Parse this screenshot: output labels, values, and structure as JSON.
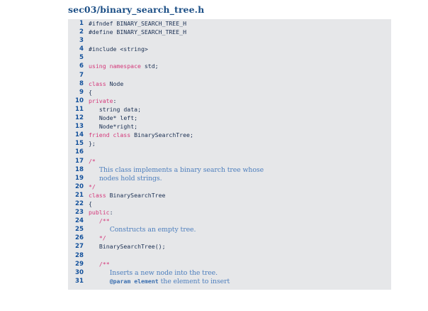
{
  "listing": {
    "title": "sec03/binary_search_tree.h",
    "colors": {
      "background": "#e6e7e9",
      "page": "#ffffff",
      "title": "#1c4f86",
      "line_number": "#12509b",
      "keyword": "#d4387a",
      "plain": "#1a2f52",
      "comment": "#4f80bd"
    },
    "lines": [
      {
        "n": "1",
        "indent": 0,
        "tokens": [
          {
            "t": "#ifndef BINARY_SEARCH_TREE_H",
            "c": "pln"
          }
        ]
      },
      {
        "n": "2",
        "indent": 0,
        "tokens": [
          {
            "t": "#define BINARY_SEARCH_TREE_H",
            "c": "pln"
          }
        ]
      },
      {
        "n": "3",
        "indent": 0,
        "tokens": []
      },
      {
        "n": "4",
        "indent": 0,
        "tokens": [
          {
            "t": "#include <string>",
            "c": "pln"
          }
        ]
      },
      {
        "n": "5",
        "indent": 0,
        "tokens": []
      },
      {
        "n": "6",
        "indent": 0,
        "tokens": [
          {
            "t": "using namespace ",
            "c": "kw"
          },
          {
            "t": "std;",
            "c": "pln"
          }
        ]
      },
      {
        "n": "7",
        "indent": 0,
        "tokens": []
      },
      {
        "n": "8",
        "indent": 0,
        "tokens": [
          {
            "t": "class ",
            "c": "kw"
          },
          {
            "t": "Node",
            "c": "pln"
          }
        ]
      },
      {
        "n": "9",
        "indent": 0,
        "tokens": [
          {
            "t": "{",
            "c": "pln"
          }
        ]
      },
      {
        "n": "10",
        "indent": 0,
        "tokens": [
          {
            "t": "private",
            "c": "kw"
          },
          {
            "t": ":",
            "c": "pln"
          }
        ]
      },
      {
        "n": "11",
        "indent": 3,
        "tokens": [
          {
            "t": "string data;",
            "c": "pln"
          }
        ]
      },
      {
        "n": "12",
        "indent": 3,
        "tokens": [
          {
            "t": "Node* left;",
            "c": "pln"
          }
        ]
      },
      {
        "n": "13",
        "indent": 3,
        "tokens": [
          {
            "t": "Node*right;",
            "c": "pln"
          }
        ]
      },
      {
        "n": "14",
        "indent": 0,
        "tokens": [
          {
            "t": "friend class ",
            "c": "kw"
          },
          {
            "t": "BinarySearchTree;",
            "c": "pln"
          }
        ]
      },
      {
        "n": "15",
        "indent": 0,
        "tokens": [
          {
            "t": "};",
            "c": "pln"
          }
        ]
      },
      {
        "n": "16",
        "indent": 0,
        "tokens": []
      },
      {
        "n": "17",
        "indent": 0,
        "tokens": [
          {
            "t": "/*",
            "c": "kw"
          }
        ]
      },
      {
        "n": "18",
        "indent": 3,
        "tokens": [
          {
            "t": "This class implements a binary search tree whose",
            "c": "prose"
          }
        ]
      },
      {
        "n": "19",
        "indent": 3,
        "tokens": [
          {
            "t": "nodes hold strings.",
            "c": "prose"
          }
        ]
      },
      {
        "n": "20",
        "indent": 0,
        "tokens": [
          {
            "t": "*/",
            "c": "kw"
          }
        ]
      },
      {
        "n": "21",
        "indent": 0,
        "tokens": [
          {
            "t": "class ",
            "c": "kw"
          },
          {
            "t": "BinarySearchTree",
            "c": "pln"
          }
        ]
      },
      {
        "n": "22",
        "indent": 0,
        "tokens": [
          {
            "t": "{",
            "c": "pln"
          }
        ]
      },
      {
        "n": "23",
        "indent": 0,
        "tokens": [
          {
            "t": "public",
            "c": "kw"
          },
          {
            "t": ":",
            "c": "pln"
          }
        ]
      },
      {
        "n": "24",
        "indent": 3,
        "tokens": [
          {
            "t": "/**",
            "c": "kw"
          }
        ]
      },
      {
        "n": "25",
        "indent": 6,
        "tokens": [
          {
            "t": "Constructs an empty tree.",
            "c": "prose"
          }
        ]
      },
      {
        "n": "26",
        "indent": 3,
        "tokens": [
          {
            "t": "*/",
            "c": "kw"
          }
        ]
      },
      {
        "n": "27",
        "indent": 3,
        "tokens": [
          {
            "t": "BinarySearchTree();",
            "c": "pln"
          }
        ]
      },
      {
        "n": "28",
        "indent": 0,
        "tokens": []
      },
      {
        "n": "29",
        "indent": 3,
        "tokens": [
          {
            "t": "/**",
            "c": "kw"
          }
        ]
      },
      {
        "n": "30",
        "indent": 6,
        "tokens": [
          {
            "t": "Inserts a new node into the tree.",
            "c": "prose"
          }
        ]
      },
      {
        "n": "31",
        "indent": 6,
        "tokens": [
          {
            "t": "@param element",
            "c": "tag"
          },
          {
            "t": " the element to insert",
            "c": "prose"
          }
        ]
      }
    ]
  }
}
